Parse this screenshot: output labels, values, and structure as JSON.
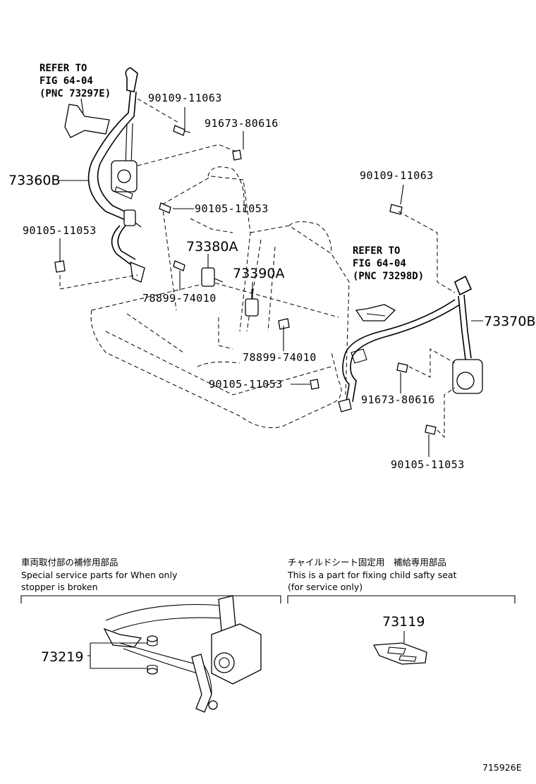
{
  "refs": [
    {
      "line1": "REFER TO",
      "line2": "FIG 64-04",
      "line3": "(PNC 73297E)"
    },
    {
      "line1": "REFER TO",
      "line2": "FIG 64-04",
      "line3": "(PNC 73298D)"
    }
  ],
  "part_numbers": {
    "p1": "90109-11063",
    "p2": "91673-80616",
    "p3": "73360B",
    "p4": "90105-11053",
    "p5": "90105-11053",
    "p6": "73380A",
    "p7": "73390A",
    "p8": "78899-74010",
    "p9": "78899-74010",
    "p10": "90105-11053",
    "p11": "90109-11063",
    "p12": "73370B",
    "p13": "91673-80616",
    "p14": "90105-11053",
    "p15": "73219",
    "p16": "73119"
  },
  "notes": {
    "left_jp": "車両取付部の補修用部品",
    "left_en1": "Special service parts for When only",
    "left_en2": "stopper is broken",
    "right_jp": "チャイルドシート固定用　補給専用部品",
    "right_en1": "This is a part for fixing child safty seat",
    "right_en2": "(for service only)"
  },
  "figure_id": "715926E"
}
